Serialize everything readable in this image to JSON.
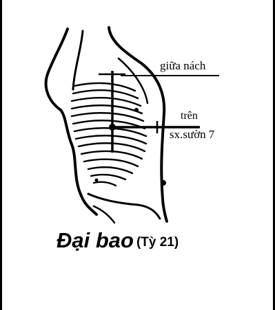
{
  "labels": {
    "mid_axilla": "giữa nách",
    "above": "trên",
    "rib_crossing": "sx.sườn 7"
  },
  "title": {
    "point_name": "Đại bao",
    "point_code": "(Tỳ 21)"
  },
  "colors": {
    "ink": "#000000",
    "background": "#ffffff"
  }
}
